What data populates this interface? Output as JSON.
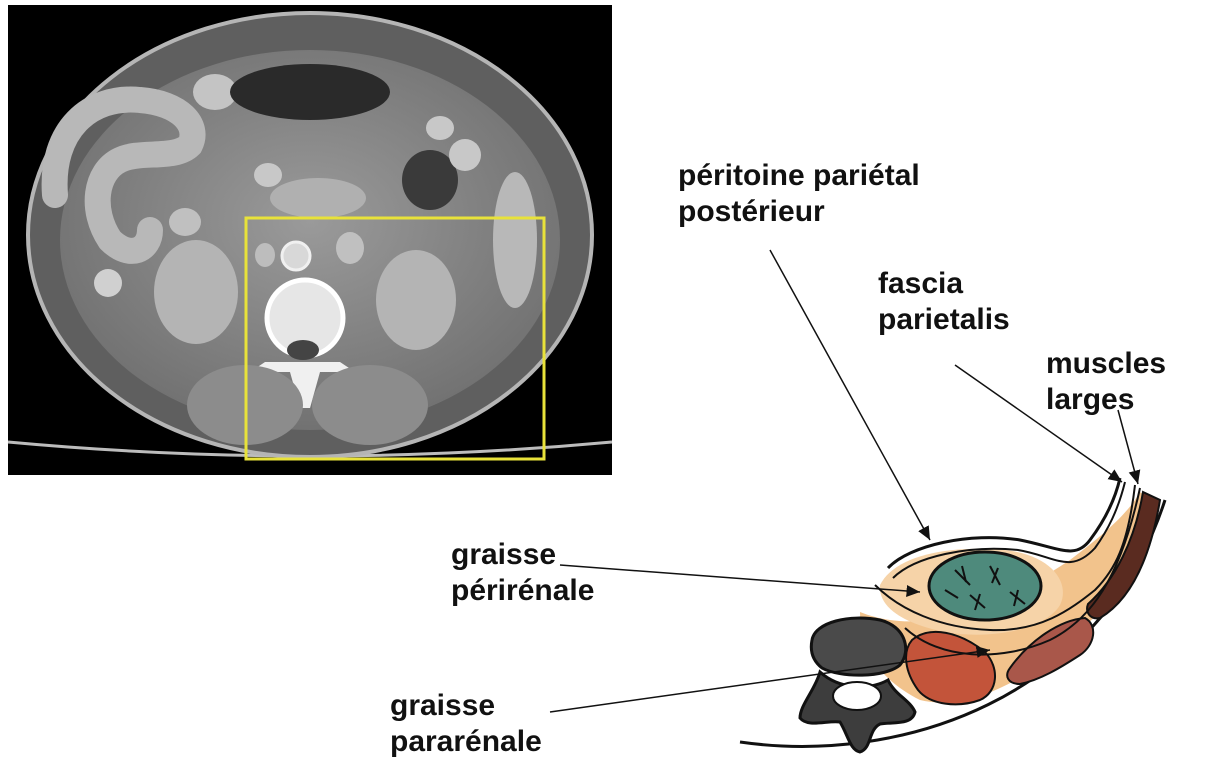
{
  "labels": {
    "peritoine": [
      "péritoine pariétal",
      "postérieur"
    ],
    "fascia": [
      "fascia",
      "parietalis"
    ],
    "muscles": [
      "muscles",
      "larges"
    ],
    "perirenale": [
      "graisse",
      "périrénale"
    ],
    "pararenale": [
      "graisse",
      "pararénale"
    ]
  },
  "colors": {
    "ct_background": "#000000",
    "roi_box": "#e8e23a",
    "perirenal_fat": "#f2c79a",
    "kidney": "#3f7a6e",
    "muscle_psoas": "#c0502f",
    "muscle_wall": "#6b2e24",
    "vertebra": "#4a4a4a"
  }
}
